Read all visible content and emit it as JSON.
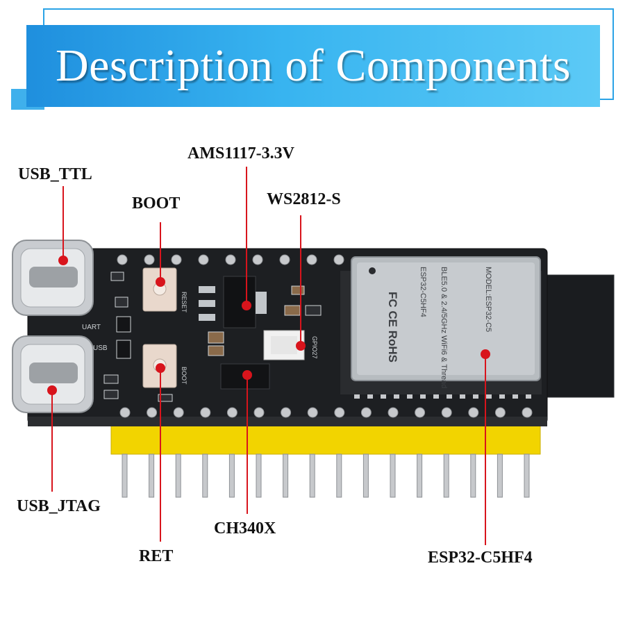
{
  "banner": {
    "title": "Description of Components"
  },
  "labels": {
    "usb_ttl": "USB_TTL",
    "boot": "BOOT",
    "ams1117": "AMS1117-3.3V",
    "ws2812": "WS2812-S",
    "usb_jtag": "USB_JTAG",
    "ret": "RET",
    "ch340x": "CH340X",
    "esp32": "ESP32-C5HF4"
  },
  "board_silkscreen": {
    "uart": "UART",
    "usb": "USB",
    "reset": "RESET",
    "boot": "BOOT",
    "gpio27": "GPIO27",
    "module_line1": "MODEL:ESP32-C5",
    "module_line2": "BLE5.0 & 2.4/5GHz WiFi6 & Thread",
    "module_line3": "ESP32-C5HF4",
    "fcc": "FC CE RoHS"
  },
  "colors": {
    "marker": "#d8141c",
    "pcb": "#1d1f22",
    "header": "#f2d400",
    "banner": "#2aa3e6"
  }
}
